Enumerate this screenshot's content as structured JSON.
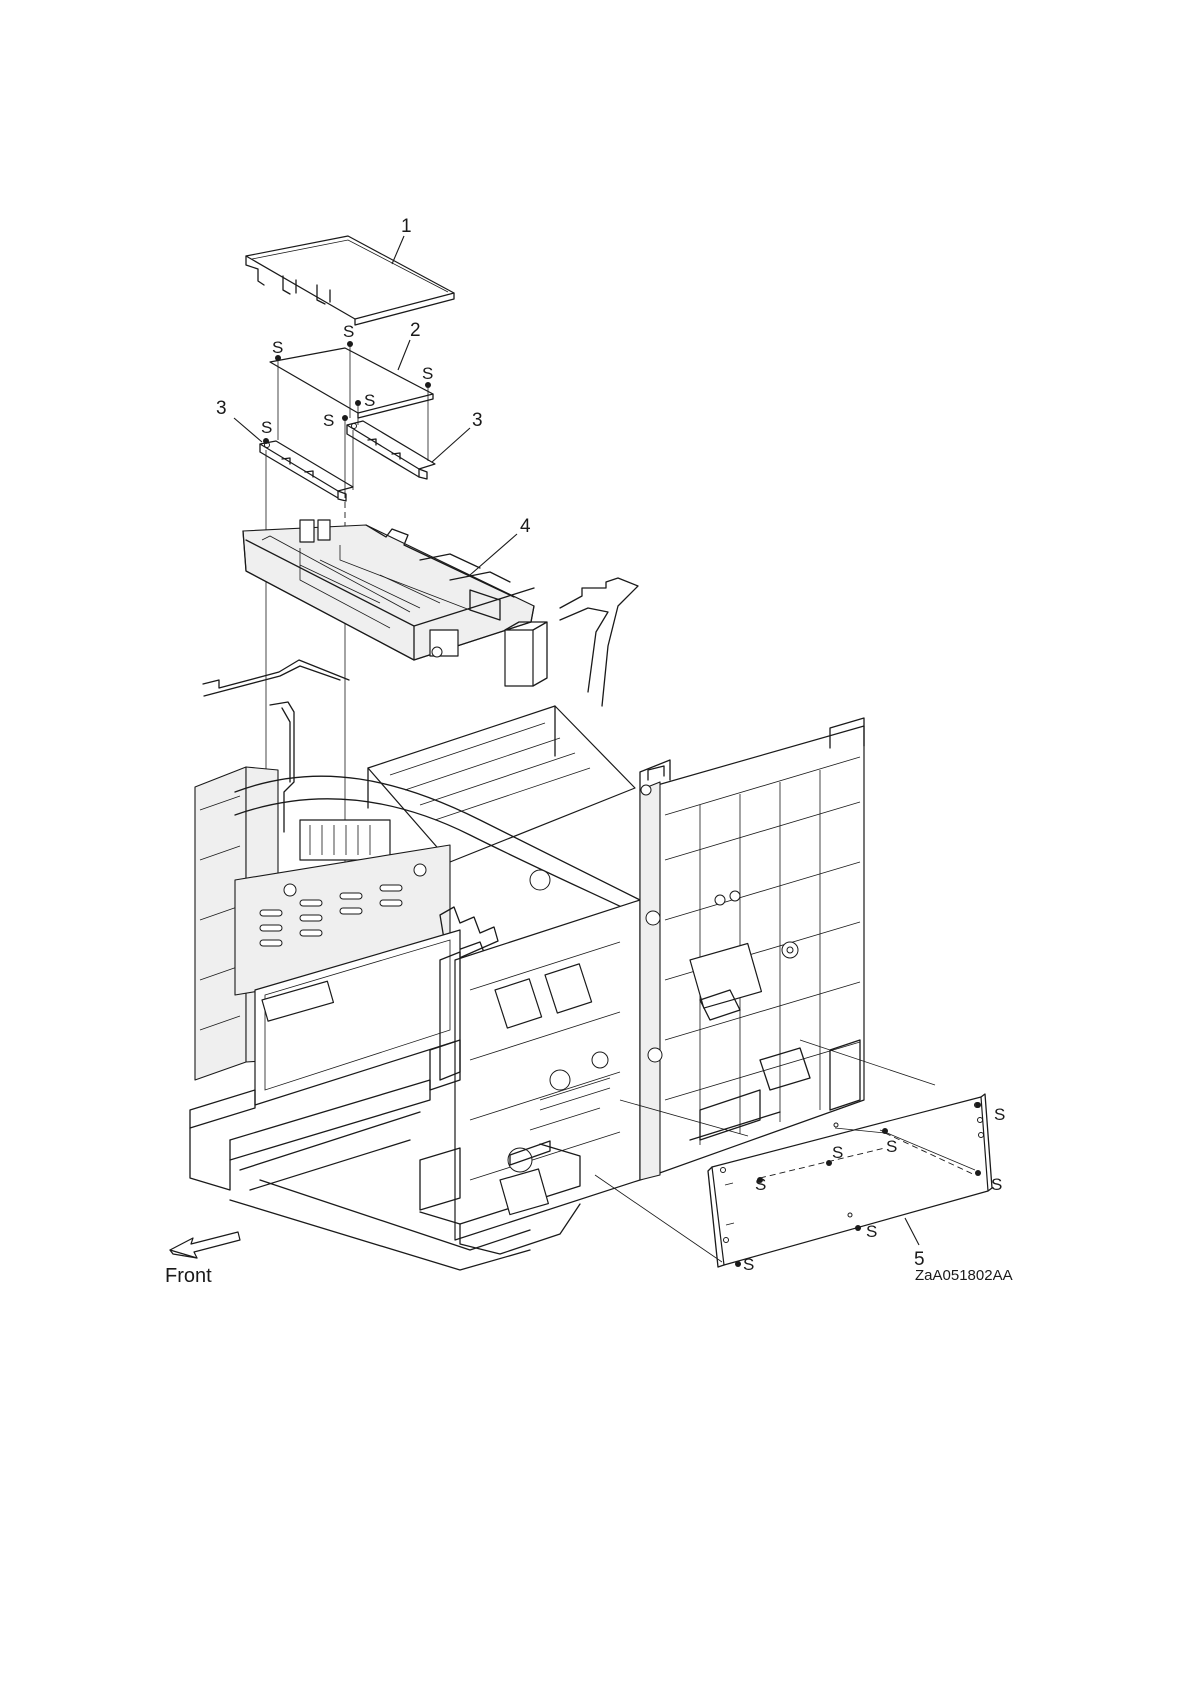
{
  "callouts": {
    "part1": "1",
    "part2": "2",
    "part3_left": "3",
    "part3_right": "3",
    "part4": "4",
    "part5": "5"
  },
  "screw_symbol": "S",
  "direction_label": "Front",
  "figure_id": "ZaA051802AA"
}
